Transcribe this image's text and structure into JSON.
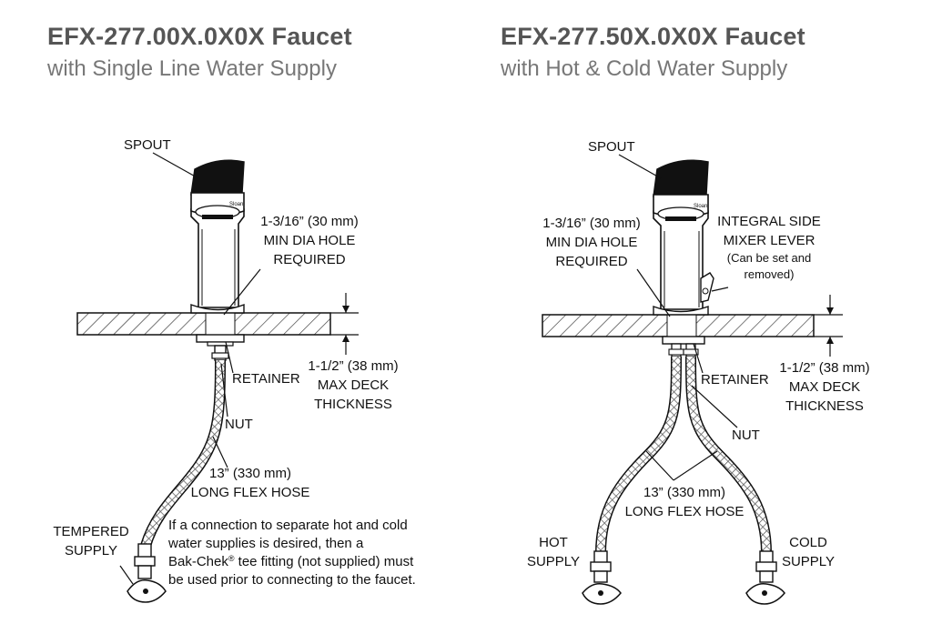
{
  "left": {
    "title": "EFX-277.00X.0X0X Faucet",
    "subtitle": "with Single Line Water Supply",
    "labels": {
      "spout": "SPOUT",
      "hole_1": "1-3/16” (30 mm)",
      "hole_2": "MIN DIA HOLE",
      "hole_3": "REQUIRED",
      "retainer": "RETAINER",
      "deck_1": "1-1/2” (38 mm)",
      "deck_2": "MAX DECK",
      "deck_3": "THICKNESS",
      "nut": "NUT",
      "hose_1": "13” (330 mm)",
      "hose_2": "LONG FLEX HOSE",
      "supply_1": "TEMPERED",
      "supply_2": "SUPPLY"
    },
    "note": {
      "line1": "If a connection to separate hot and cold",
      "line2": "water supplies is desired, then a",
      "line3_a": "Bak-Chek",
      "line3_reg": "®",
      "line3_b": " tee fitting (not supplied) must",
      "line4": "be used prior to connecting to the faucet."
    }
  },
  "right": {
    "title": "EFX-277.50X.0X0X Faucet",
    "subtitle": "with Hot & Cold Water Supply",
    "labels": {
      "spout": "SPOUT",
      "hole_1": "1-3/16” (30 mm)",
      "hole_2": "MIN DIA HOLE",
      "hole_3": "REQUIRED",
      "lever_1": "INTEGRAL SIDE",
      "lever_2": "MIXER LEVER",
      "lever_3": "(Can be set and",
      "lever_4": "removed)",
      "retainer": "RETAINER",
      "deck_1": "1-1/2” (38 mm)",
      "deck_2": "MAX DECK",
      "deck_3": "THICKNESS",
      "nut": "NUT",
      "hose_1": "13” (330 mm)",
      "hose_2": "LONG FLEX HOSE",
      "hot_1": "HOT",
      "hot_2": "SUPPLY",
      "cold_1": "COLD",
      "cold_2": "SUPPLY"
    }
  },
  "colors": {
    "title": "#555555",
    "subtitle": "#777777",
    "line": "#111111"
  }
}
